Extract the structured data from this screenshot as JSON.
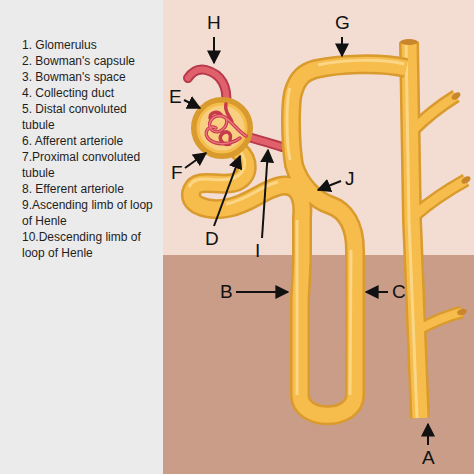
{
  "diagram": {
    "labels": [
      "1. Glomerulus",
      "2. Bowman's capsule",
      "3. Bowman's space",
      "4. Collecting duct",
      "5. Distal convoluted tubule",
      "6. Afferent arteriole",
      "7.Proximal convoluted tubule",
      "8. Efferent arteriole",
      "9.Ascending limb of loop of Henle",
      "10.Descending limb of loop of Henle",
      "H",
      "G",
      "E",
      "F",
      "J",
      "D",
      "I",
      "B",
      "C",
      "A"
    ]
  }
}
